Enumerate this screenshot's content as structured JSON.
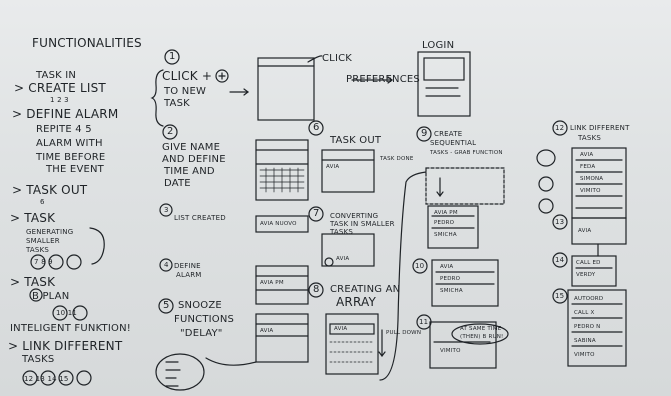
{
  "notes": {
    "functionalities": "FUNCTIONALITIES",
    "task_in": "TASK IN",
    "create_list": "> CREATE LIST",
    "nums_123": "1 2 3",
    "define_alarm": "> DEFINE ALARM",
    "repite": "REPITE 4 5",
    "alarm_with": "ALARM WITH",
    "time_before": "TIME BEFORE",
    "the_event": "THE EVENT",
    "task_out": "> TASK OUT",
    "num_6": "6",
    "task": "> TASK",
    "generating": "GENERATING",
    "smaller": "SMALLER",
    "tasks": "TASKS",
    "nums_789": "7 8 9",
    "task_b": "> TASK",
    "b_plan": "B PLAN",
    "nums_1011": "10 11",
    "intelligent": "INTELIGENT FUNKTION!",
    "link_different": "> LINK DIFFERENT",
    "tasks_b": "TASKS",
    "nums_12_15": "12 13 14 15",
    "step1": "1",
    "click_plus": "CLICK +",
    "to_new": "TO NEW",
    "task_c": "TASK",
    "click": "CLICK",
    "preferences": "PREFERENCES",
    "login": "LOGIN",
    "step2": "2",
    "give_name": "GIVE NAME",
    "and_define": "AND DEFINE",
    "time_and": "TIME AND",
    "date": "DATE",
    "step3": "3",
    "list_created": "LIST CREATED",
    "step4": "4",
    "define_alarm2": "DEFINE",
    "alarm2": "ALARM",
    "step5": "5",
    "snooze": "SNOOZE",
    "functions": "FUNCTIONS",
    "delay": "\"DELAY\"",
    "step6": "6",
    "task_out2": "TASK OUT",
    "task_done": "TASK DONE",
    "step7": "7",
    "converting": "CONVERTING",
    "task_in_smaller": "TASK IN SMALLER",
    "tasks2": "TASKS",
    "step8": "8",
    "creating_an": "CREATING AN",
    "array": "ARRAY",
    "pull_down": "PULL DOWN",
    "step9": "9",
    "create_seq": "CREATE",
    "sequential": "SEQUENTIAL",
    "tasks_grab": "TASKS - GRAB FUNCTION",
    "step10": "10",
    "step11": "11",
    "same_time": "AT SAME TIME",
    "then_b_run": "(THEN) B RUN!",
    "step12": "12",
    "link_diff": "LINK DIFFERENT",
    "tasks3": "TASKS",
    "step13": "13",
    "step14": "14",
    "step15": "15",
    "phone_avia": "AVIA",
    "phone_avia_nuovo": "AVIA NUOVO",
    "phone_avia_pm": "AVIA PM",
    "phone_pedro": "PEDRO",
    "phone_smicha": "SMICHA",
    "phone_feda": "FEDA",
    "phone_simona": "SIMONA",
    "phone_vimito": "VIMITO",
    "phone_call_ed": "CALL ED",
    "phone_verdy": "VERDY",
    "phone_autoord": "AUTOORD",
    "phone_call_x": "CALL X",
    "phone_pedro_n": "PEDRO N",
    "phone_sabina": "SABINA",
    "phone_vimito2": "VIMITO"
  }
}
